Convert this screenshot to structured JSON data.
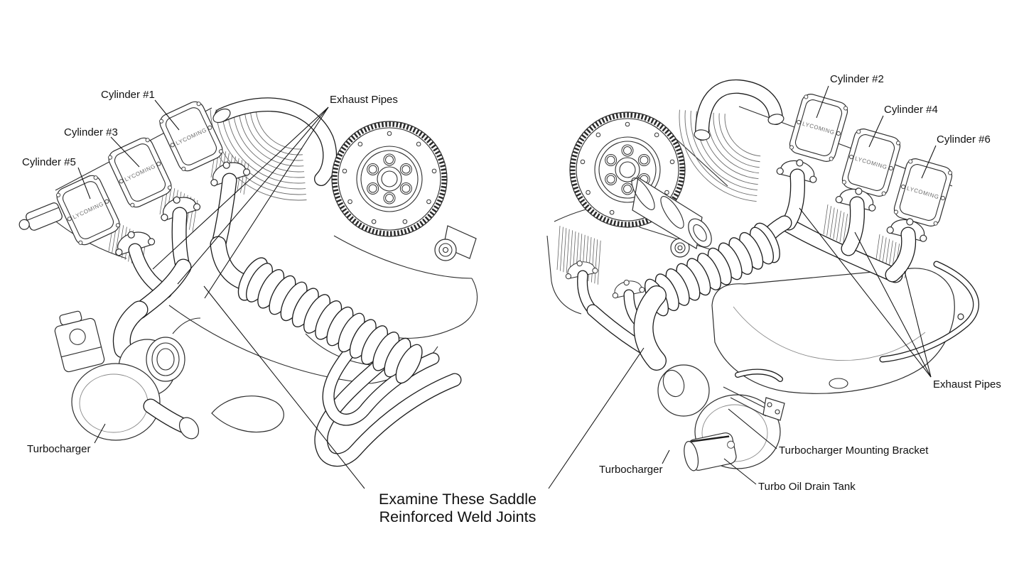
{
  "figure": {
    "background": "#ffffff",
    "line_color": "#2d2d2d",
    "text_color": "#111111"
  },
  "left_view": {
    "labels": {
      "cylinder1": "Cylinder #1",
      "cylinder3": "Cylinder #3",
      "cylinder5": "Cylinder #5",
      "exhaust_pipes": "Exhaust Pipes",
      "turbocharger": "Turbocharger"
    }
  },
  "right_view": {
    "labels": {
      "cylinder2": "Cylinder #2",
      "cylinder4": "Cylinder #4",
      "cylinder6": "Cylinder #6",
      "exhaust_pipes": "Exhaust Pipes",
      "turbocharger": "Turbocharger",
      "turbo_mounting_bracket": "Turbocharger Mounting Bracket",
      "turbo_oil_drain_tank": "Turbo Oil Drain Tank"
    }
  },
  "caption": {
    "line1": "Examine These Saddle",
    "line2": "Reinforced Weld Joints"
  },
  "engravings": {
    "cover_text": "LYCOMING"
  }
}
